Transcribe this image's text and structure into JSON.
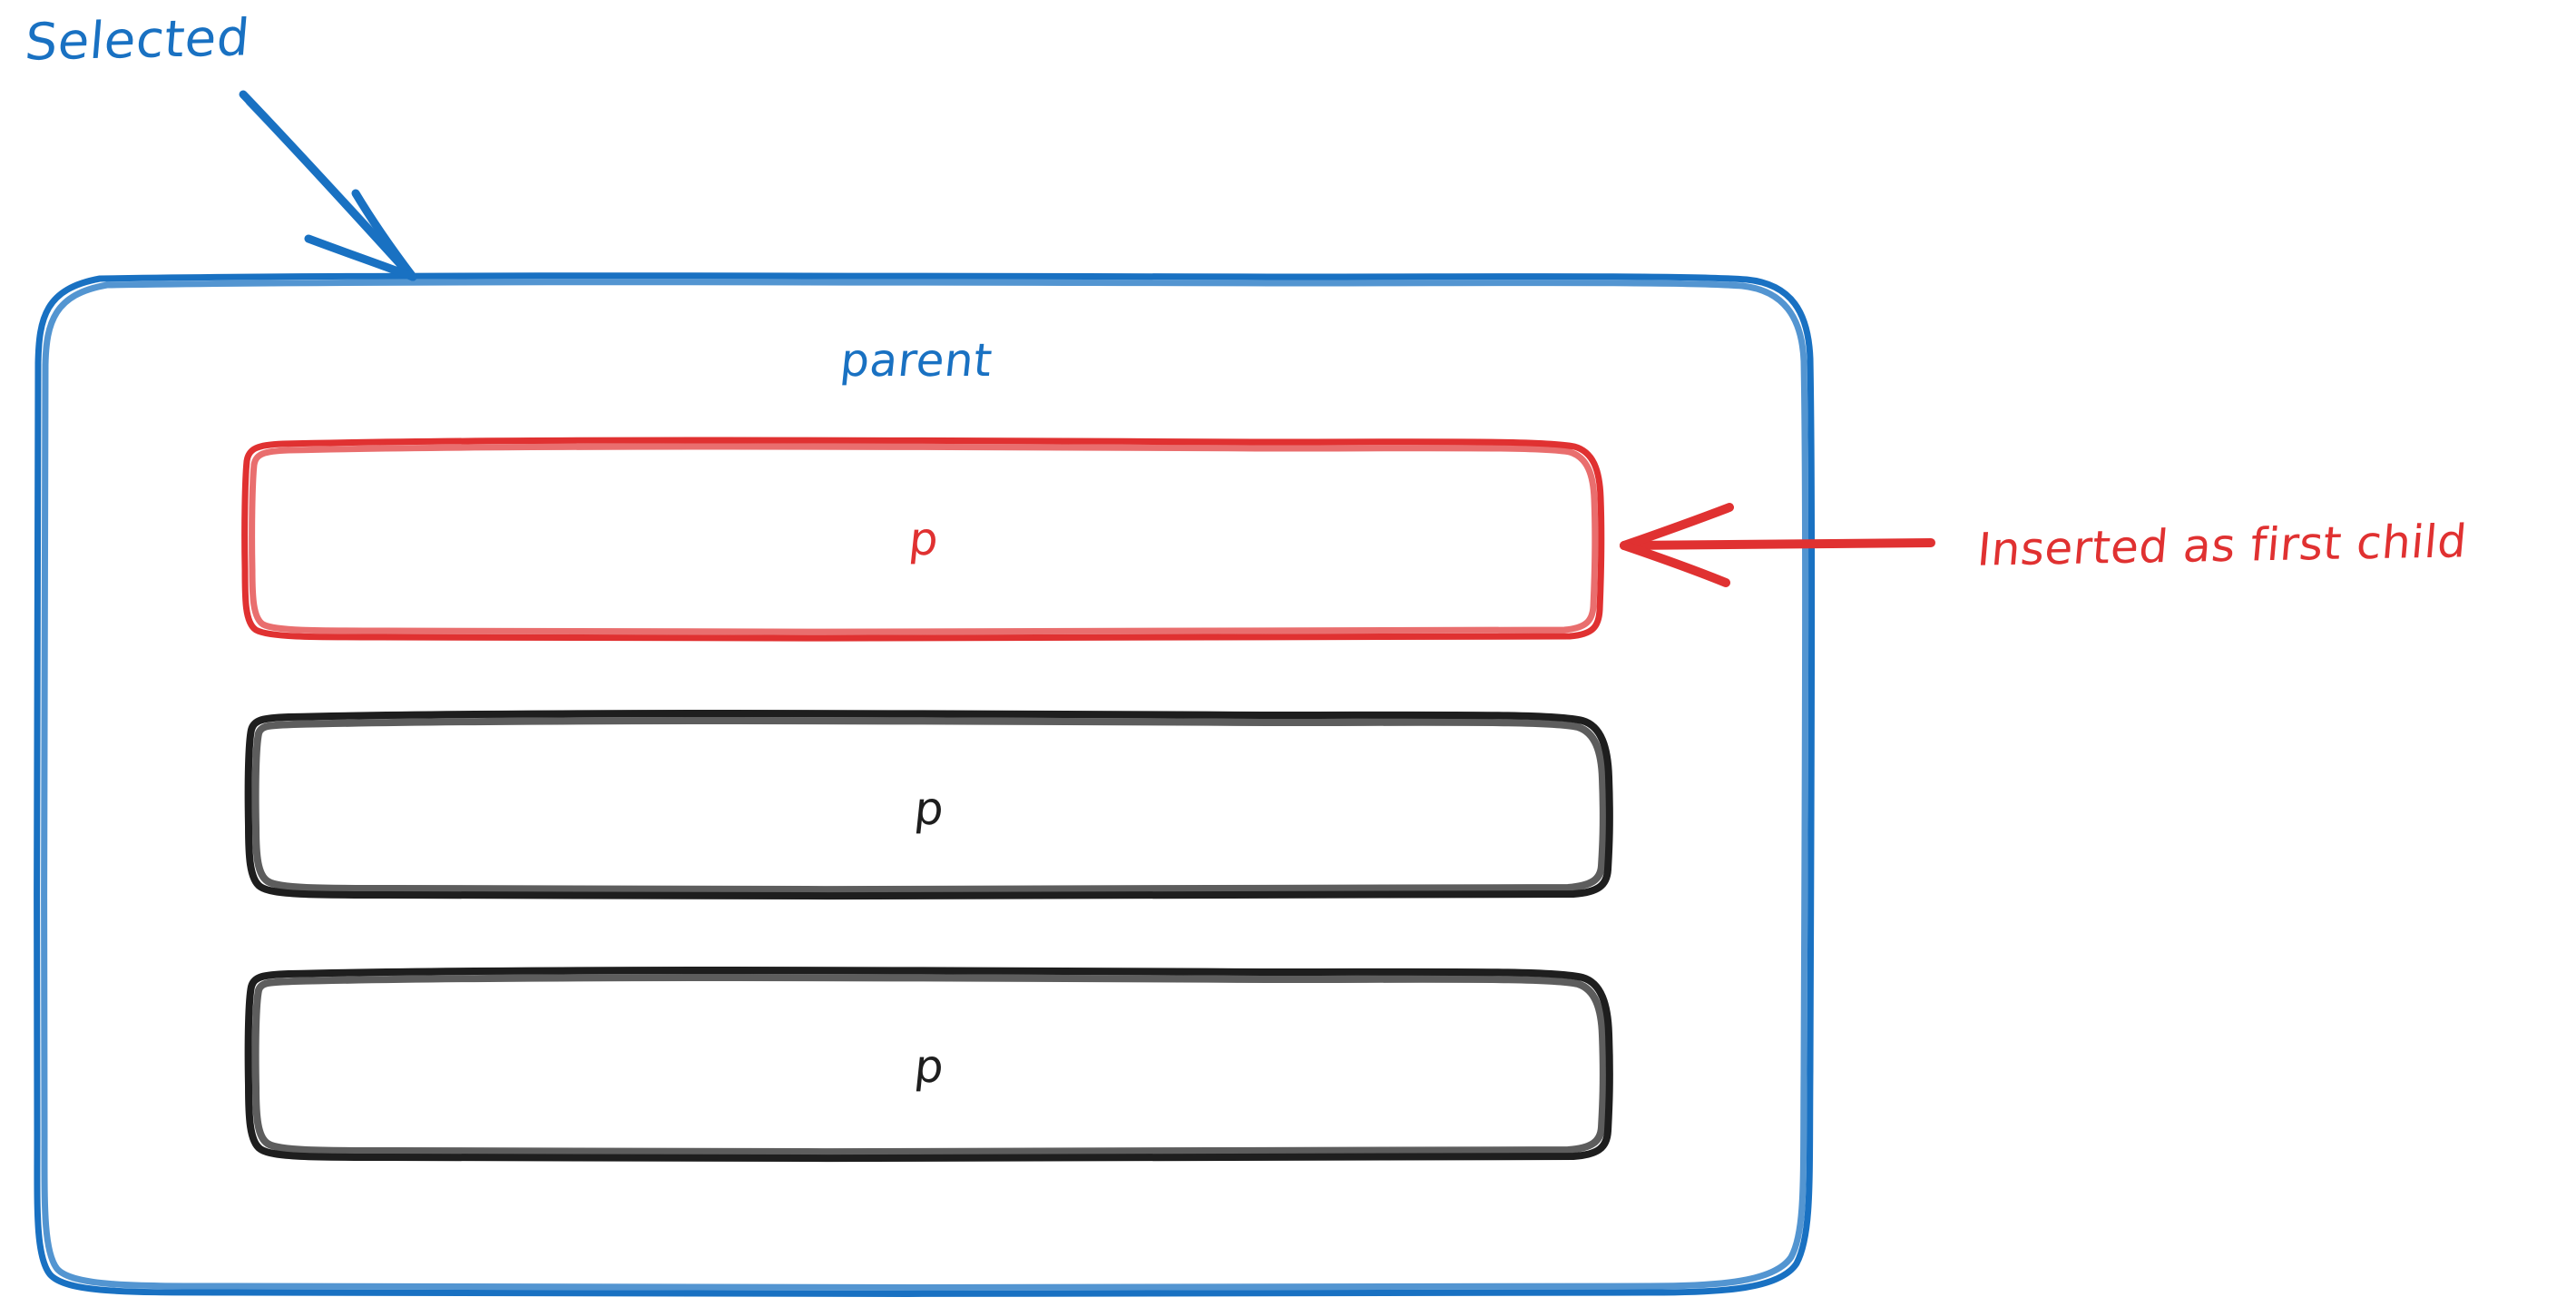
{
  "diagram": {
    "title": "Inserted as first child",
    "style": "hand-drawn",
    "background": "#ffffff",
    "colors": {
      "selection_blue": "#1971c2",
      "highlight_red": "#e03131",
      "default_black": "#1e1e1e"
    }
  },
  "annotations": {
    "selected": {
      "text": "Selected",
      "color": "#1971c2",
      "arrow": "blue-arrow-to-parent"
    },
    "inserted": {
      "text": "Inserted as first child",
      "color": "#e03131",
      "arrow": "red-arrow-to-first-child"
    }
  },
  "parent": {
    "label": "parent",
    "color": "#1971c2",
    "children": [
      {
        "label": "p",
        "color": "#e03131",
        "state": "inserted"
      },
      {
        "label": "p",
        "color": "#1e1e1e",
        "state": "existing"
      },
      {
        "label": "p",
        "color": "#1e1e1e",
        "state": "existing"
      }
    ]
  }
}
